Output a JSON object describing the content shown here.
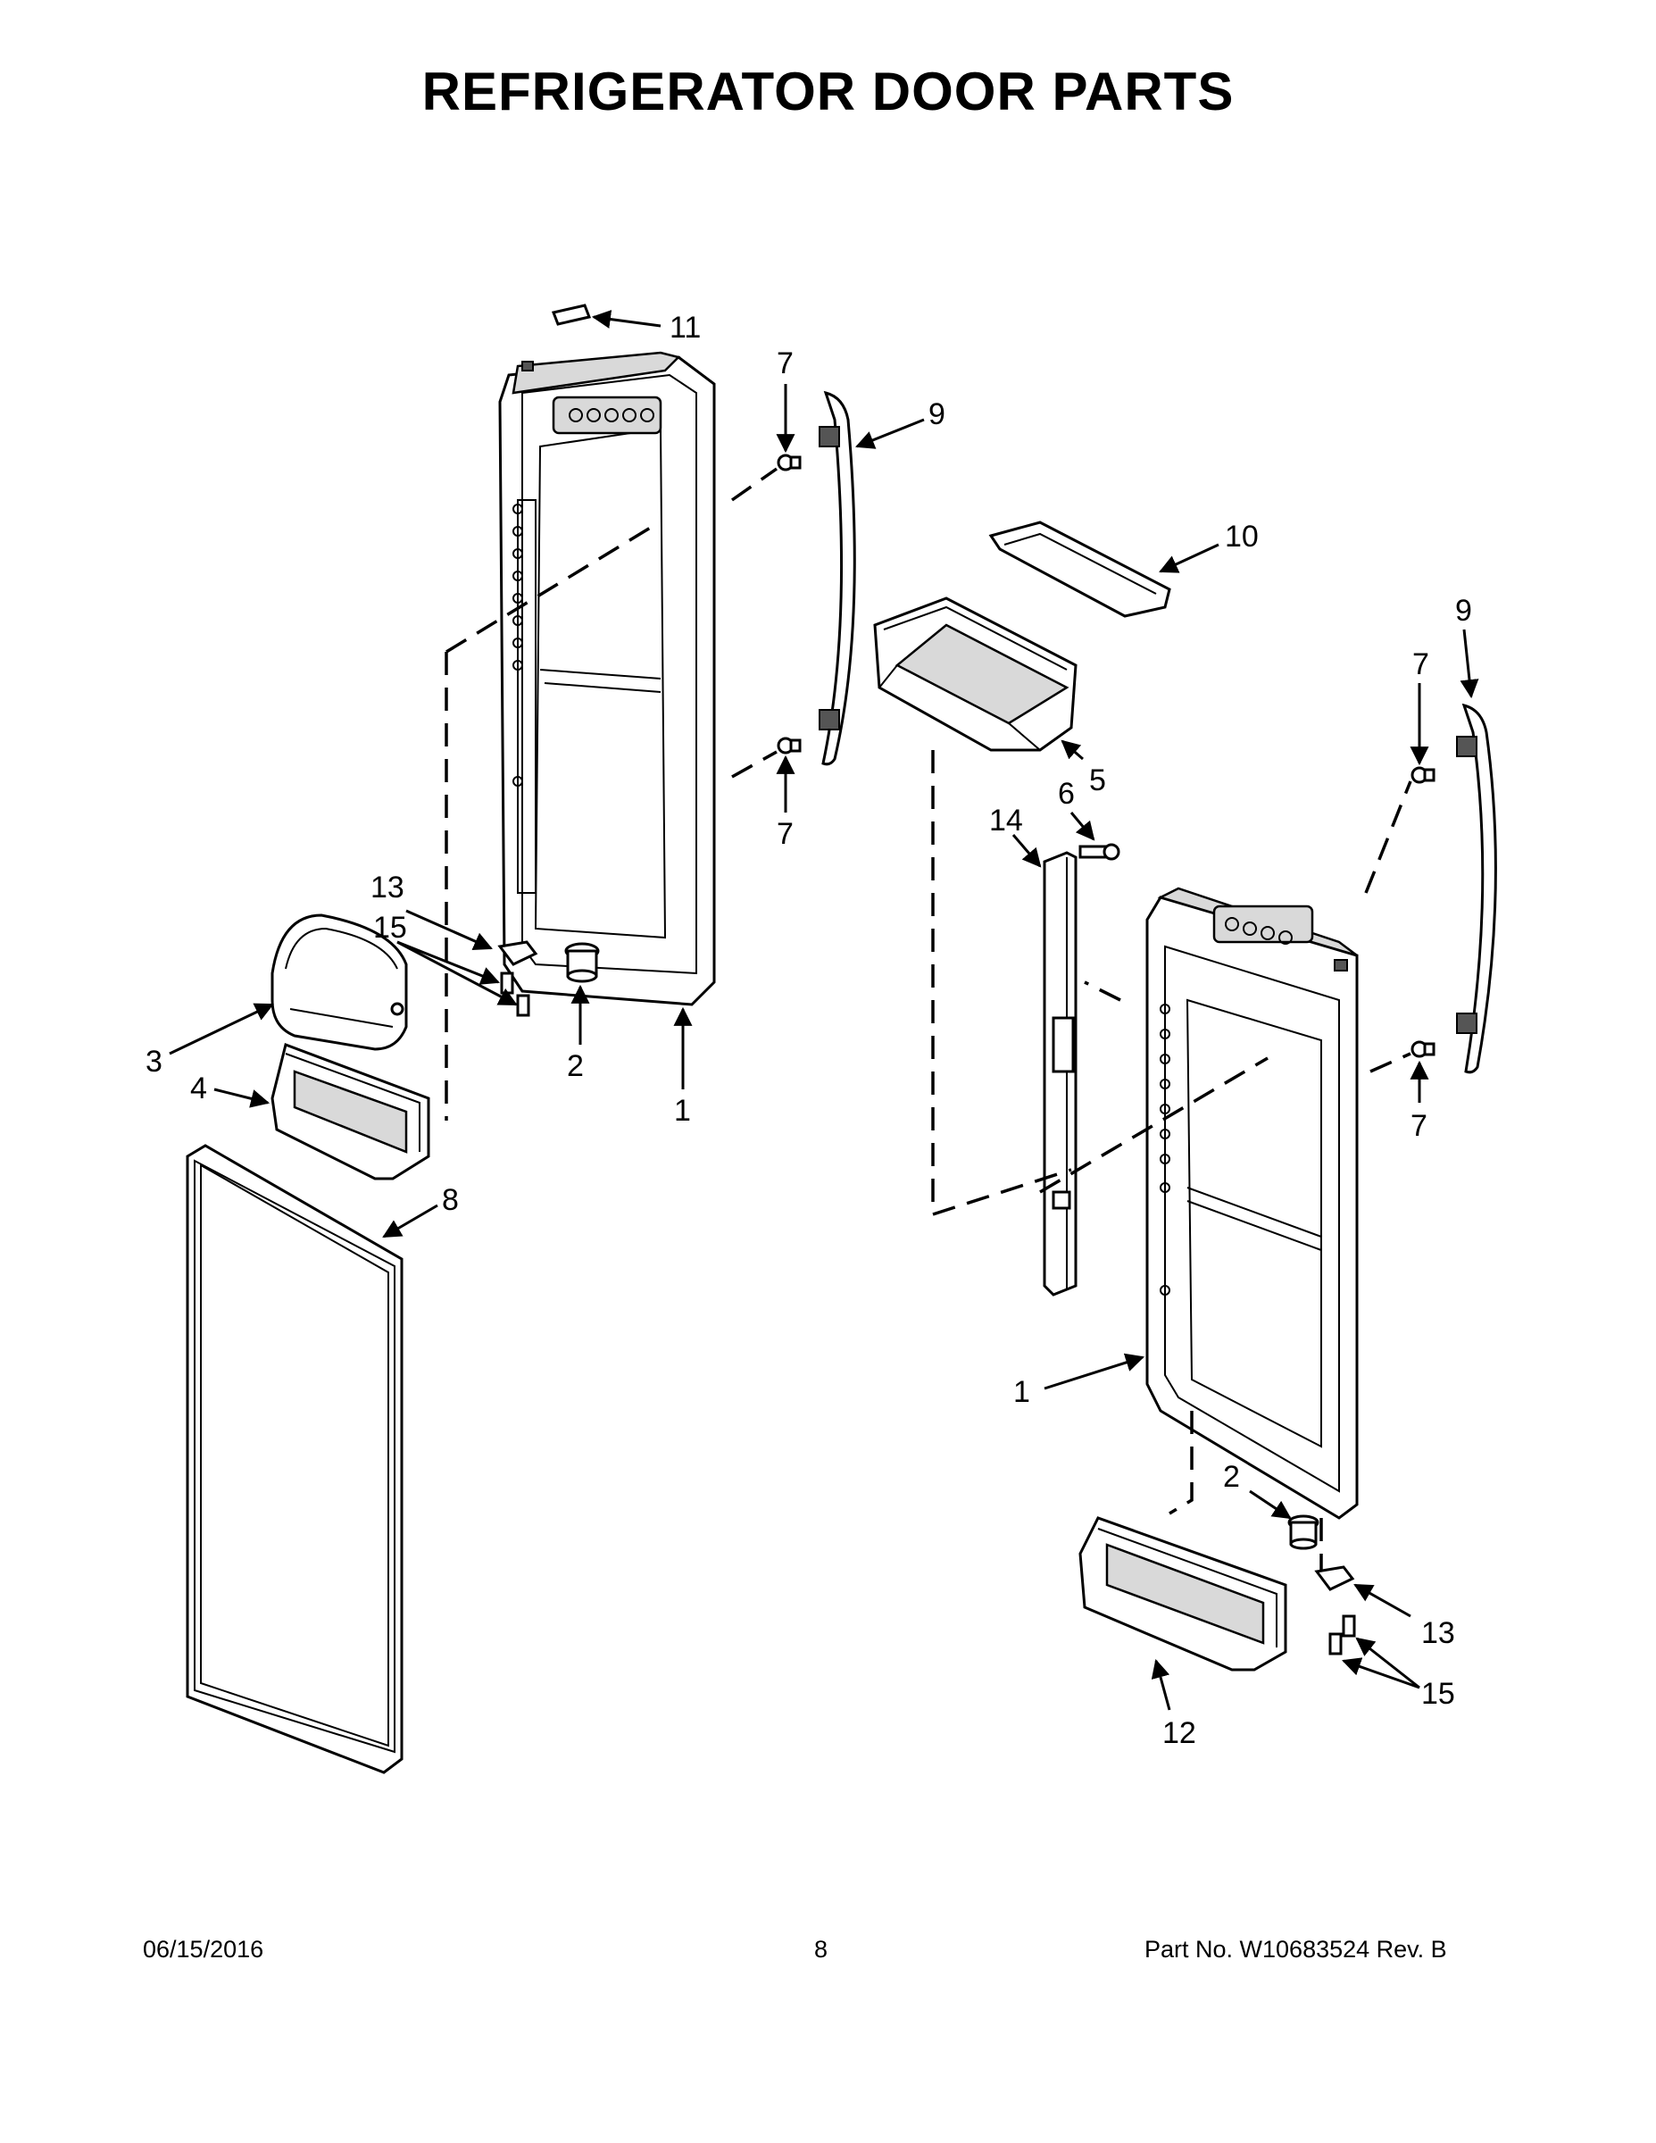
{
  "page": {
    "title": "REFRIGERATOR DOOR PARTS"
  },
  "callouts": {
    "c1a": "1",
    "c1b": "1",
    "c2a": "2",
    "c2b": "2",
    "c3": "3",
    "c4": "4",
    "c5": "5",
    "c6": "6",
    "c7a": "7",
    "c7b": "7",
    "c7c": "7",
    "c7d": "7",
    "c8": "8",
    "c9a": "9",
    "c9b": "9",
    "c10": "10",
    "c11": "11",
    "c12": "12",
    "c13a": "13",
    "c13b": "13",
    "c14": "14",
    "c15a": "15",
    "c15b": "15"
  },
  "footer": {
    "date": "06/15/2016",
    "page_number": "8",
    "part_number": "Part No.  W10683524  Rev.  B"
  }
}
